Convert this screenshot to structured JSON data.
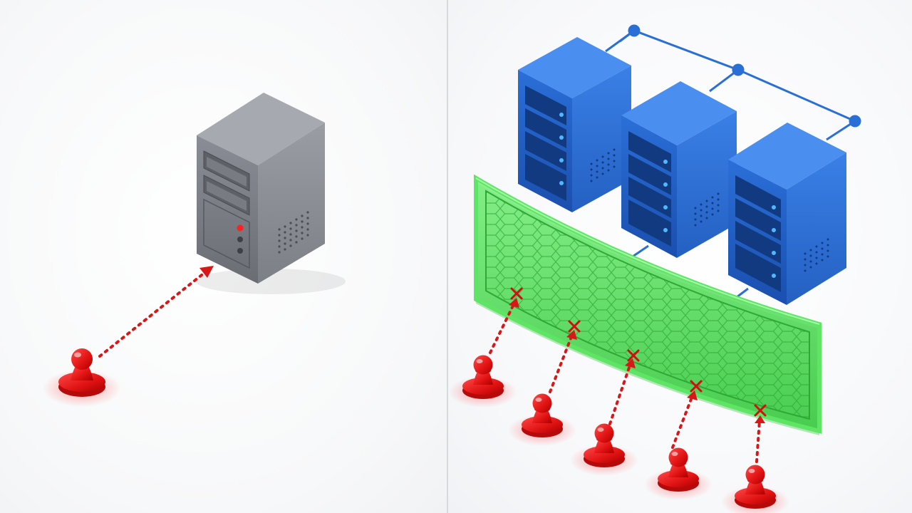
{
  "colors": {
    "attacker": "#e01414",
    "attack_path": "#d81818",
    "unprotected_server": "#7d8088",
    "protected_server": "#1e5fc8",
    "network_link": "#2a6fd6",
    "shield": "#44d84a",
    "blocked_marker": "#d01010",
    "divider": "#d7d9dd"
  },
  "left_panel": {
    "server_count": 1,
    "attacker_count": 1
  },
  "right_panel": {
    "server_count": 3,
    "attacker_count": 5,
    "blocked_count": 5
  }
}
